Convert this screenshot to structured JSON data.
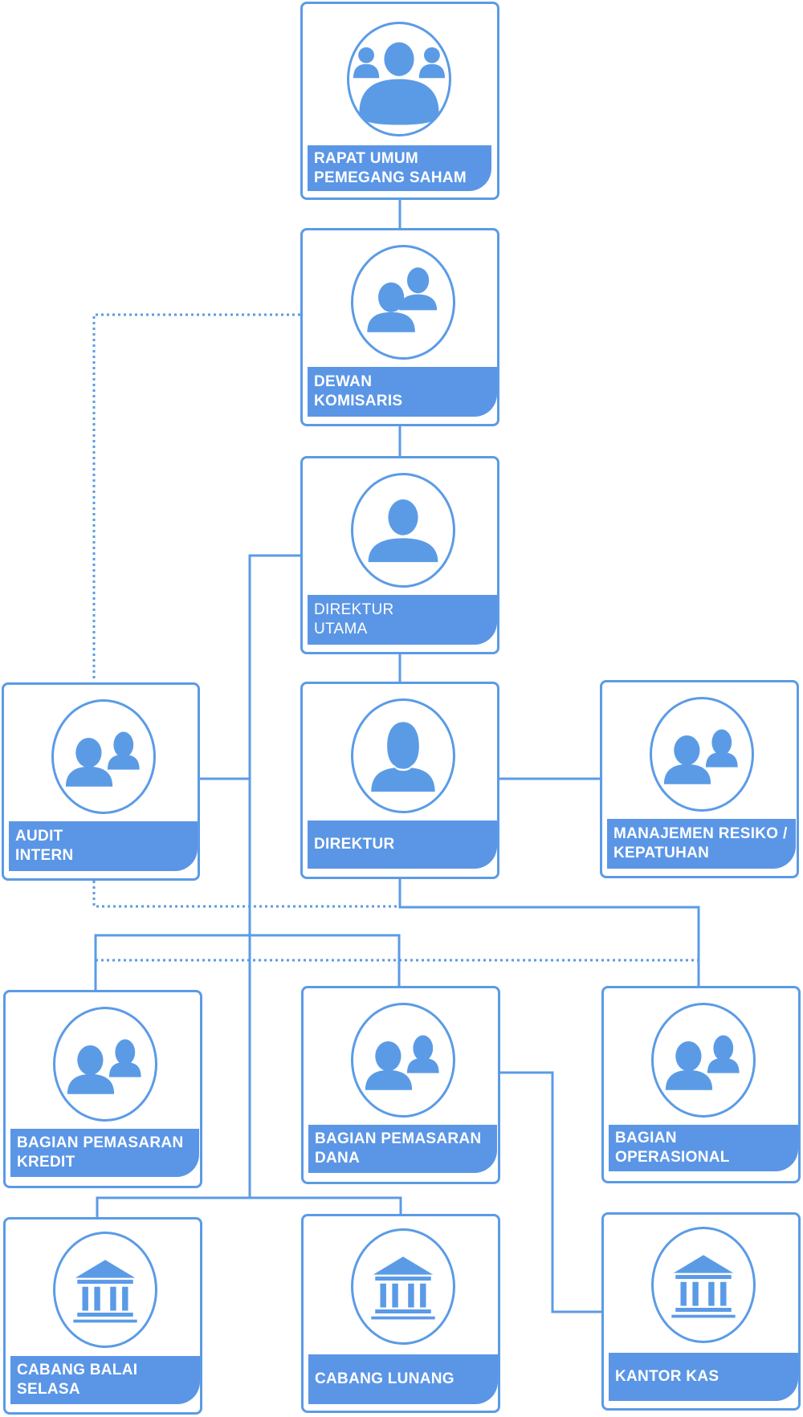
{
  "colors": {
    "primary": "#5b9be6",
    "label_fill": "#5b96e6",
    "text": "#ffffff"
  },
  "nodes": {
    "rups": {
      "label": "RAPAT UMUM\nPEMEGANG SAHAM",
      "icon": "group-icon"
    },
    "dewan_komisaris": {
      "label": "DEWAN\nKOMISARIS",
      "icon": "two-persons-icon"
    },
    "direktur_utama": {
      "label": "DIREKTUR\nUTAMA",
      "icon": "person-icon"
    },
    "audit_intern": {
      "label": "AUDIT\nINTERN",
      "icon": "man-woman-icon"
    },
    "direktur": {
      "label": "DIREKTUR",
      "icon": "woman-icon"
    },
    "manajemen_resiko": {
      "label": "MANAJEMEN RESIKO /\nKEPATUHAN",
      "icon": "man-woman-icon"
    },
    "pemasaran_kredit": {
      "label": "BAGIAN PEMASARAN\nKREDIT",
      "icon": "man-woman-icon"
    },
    "pemasaran_dana": {
      "label": "BAGIAN PEMASARAN\nDANA",
      "icon": "man-woman-icon"
    },
    "operasional": {
      "label": "BAGIAN OPERASIONAL",
      "icon": "man-woman-icon"
    },
    "cabang_balai_selasa": {
      "label": "CABANG BALAI SELASA",
      "icon": "bank-building-icon"
    },
    "cabang_lunang": {
      "label": "CABANG LUNANG",
      "icon": "bank-building-icon"
    },
    "kantor_kas": {
      "label": "KANTOR KAS",
      "icon": "bank-building-icon"
    }
  }
}
